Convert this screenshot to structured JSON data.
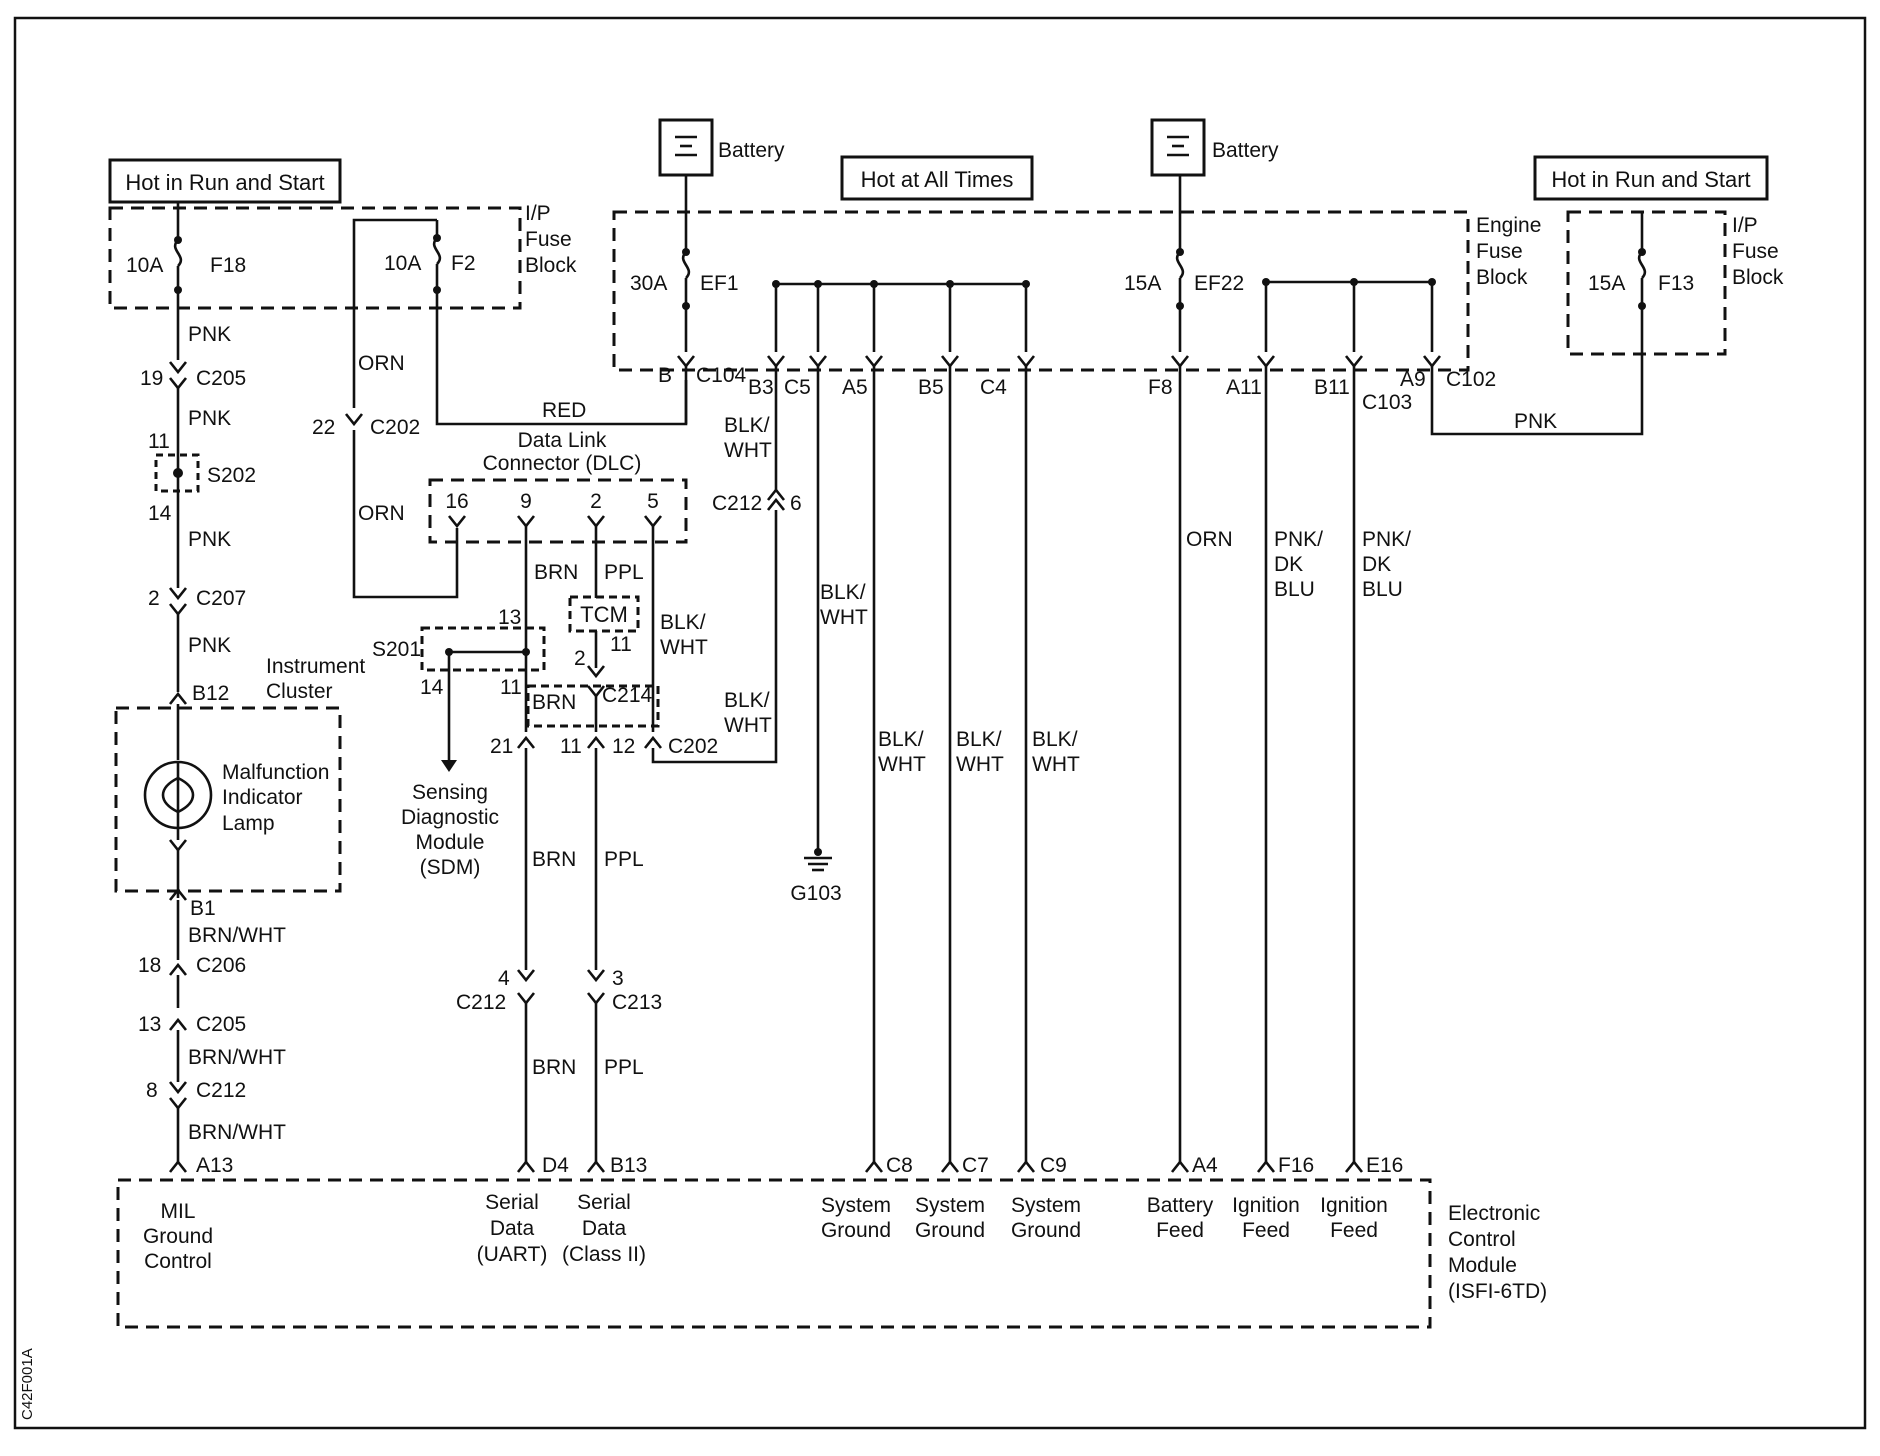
{
  "title_boxes": {
    "left": "Hot in Run and Start",
    "center": "Hot at All Times",
    "right": "Hot in Run and Start"
  },
  "batteries": {
    "b1": "Battery",
    "b2": "Battery"
  },
  "fuse_blocks": {
    "ip_left": [
      "I/P",
      "Fuse",
      "Block"
    ],
    "engine": [
      "Engine",
      "Fuse",
      "Block"
    ],
    "ip_right": [
      "I/P",
      "Fuse",
      "Block"
    ]
  },
  "fuses": {
    "f18_amp": "10A",
    "f18": "F18",
    "f2_amp": "10A",
    "f2": "F2",
    "ef1_amp": "30A",
    "ef1": "EF1",
    "ef22_amp": "15A",
    "ef22": "EF22",
    "f13_amp": "15A",
    "f13": "F13"
  },
  "dlc": {
    "title": [
      "Data Link",
      "Connector (DLC)"
    ],
    "pins": [
      "16",
      "9",
      "2",
      "5"
    ]
  },
  "left_wire": {
    "pnk1": "PNK",
    "pin19": "19",
    "c205a": "C205",
    "pnk2": "PNK",
    "pin11": "11",
    "s202": "S202",
    "pin14": "14",
    "pnk3": "PNK",
    "pin2": "2",
    "c207": "C207",
    "pnk4": "PNK",
    "b12": "B12",
    "cluster": [
      "Instrument",
      "Cluster"
    ],
    "mil": [
      "Malfunction",
      "Indicator",
      "Lamp"
    ],
    "b1": "B1",
    "brnwht1": "BRN/WHT",
    "pin18": "18",
    "c206": "C206",
    "pin13": "13",
    "c205b": "C205",
    "brnwht2": "BRN/WHT",
    "pin8": "8",
    "c212": "C212",
    "brnwht3": "BRN/WHT",
    "a13": "A13"
  },
  "orn_wire": {
    "orn1": "ORN",
    "pin22": "22",
    "c202": "C202",
    "orn2": "ORN",
    "red": "RED"
  },
  "center_wires": {
    "s201": "S201",
    "pin13": "13",
    "pin14": "14",
    "pin11a": "11",
    "sdm": [
      "Sensing",
      "Diagnostic",
      "Module",
      "(SDM)"
    ],
    "brn1": "BRN",
    "ppl1": "PPL",
    "tcm": "TCM",
    "pin2": "2",
    "pin11b": "11",
    "c214": "C214",
    "brn2": "BRN",
    "blkwht": [
      "BLK/",
      "WHT"
    ],
    "pin21": "21",
    "pin11c": "11",
    "pin12": "12",
    "c202": "C202",
    "brn3": "BRN",
    "ppl2": "PPL",
    "pin4": "4",
    "c212": "C212",
    "pin3": "3",
    "c213": "C213",
    "brn4": "BRN",
    "ppl3": "PPL",
    "d4": "D4",
    "b13": "B13"
  },
  "engine_pins": {
    "b": "B",
    "c104": "C104",
    "b3": "B3",
    "c5": "C5",
    "a5": "A5",
    "b5": "B5",
    "c4": "C4",
    "f8": "F8",
    "a11": "A11",
    "b11": "B11",
    "c103": "C103",
    "a9": "A9",
    "c102": "C102"
  },
  "right_wires": {
    "blkwht_b3": [
      "BLK/",
      "WHT"
    ],
    "c212": "C212",
    "pin6": "6",
    "blkwht_c202": [
      "BLK/",
      "WHT"
    ],
    "blkwht_c5": [
      "BLK/",
      "WHT"
    ],
    "g103": "G103",
    "blkwht_a5": [
      "BLK/",
      "WHT"
    ],
    "blkwht_b5": [
      "BLK/",
      "WHT"
    ],
    "blkwht_c4": [
      "BLK/",
      "WHT"
    ],
    "orn": "ORN",
    "pnkdkblu1": [
      "PNK/",
      "DK",
      "BLU"
    ],
    "pnkdkblu2": [
      "PNK/",
      "DK",
      "BLU"
    ],
    "pnk": "PNK"
  },
  "ecm": {
    "pins": {
      "c8": "C8",
      "c7": "C7",
      "c9": "C9",
      "a4": "A4",
      "f16": "F16",
      "e16": "E16"
    },
    "labels": {
      "mil": [
        "MIL",
        "Ground",
        "Control"
      ],
      "uart": [
        "Serial",
        "Data",
        "(UART)"
      ],
      "class2": [
        "Serial",
        "Data",
        "(Class II)"
      ],
      "sg1": [
        "System",
        "Ground"
      ],
      "sg2": [
        "System",
        "Ground"
      ],
      "sg3": [
        "System",
        "Ground"
      ],
      "batt": [
        "Battery",
        "Feed"
      ],
      "ign1": [
        "Ignition",
        "Feed"
      ],
      "ign2": [
        "Ignition",
        "Feed"
      ]
    },
    "name": [
      "Electronic",
      "Control",
      "Module",
      "(ISFI-6TD)"
    ]
  },
  "figure_code": "C42F001A"
}
